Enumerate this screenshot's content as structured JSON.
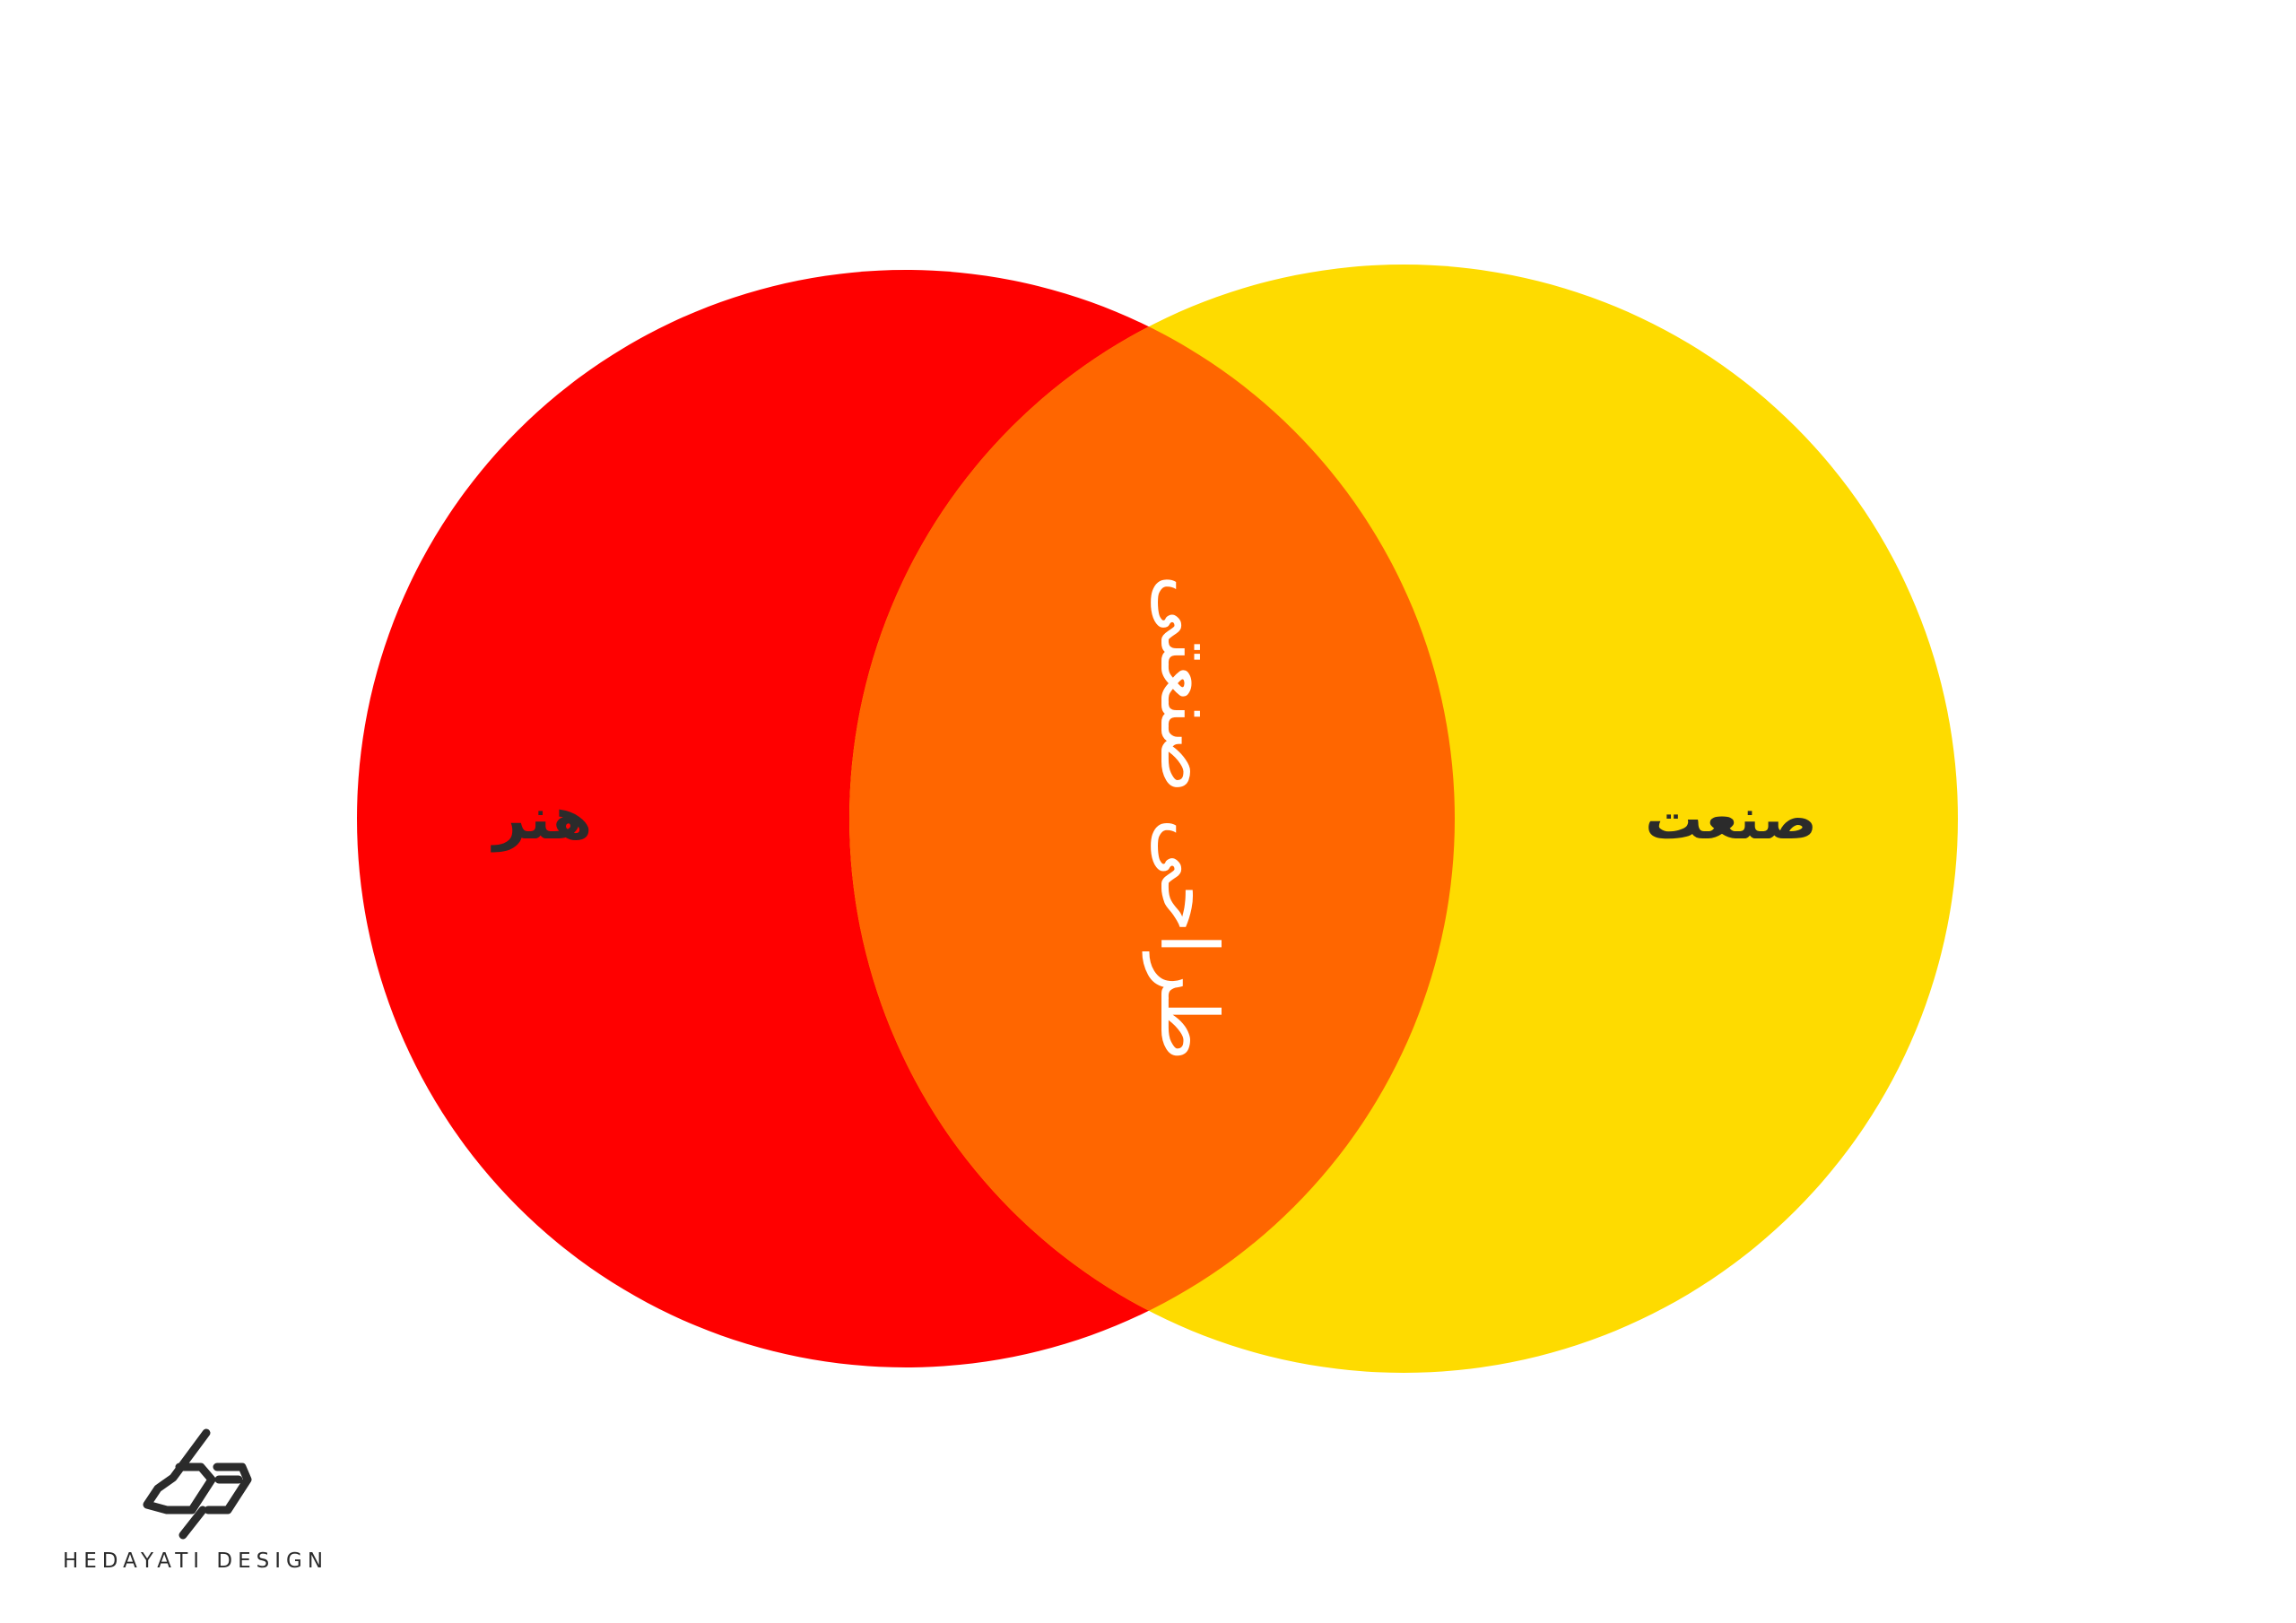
{
  "diagram": {
    "type": "venn",
    "left_set": {
      "label": "هنر",
      "color": "#ff0000"
    },
    "right_set": {
      "label": "صنعت",
      "color": "#fedb00"
    },
    "intersection": {
      "label": "طراحی صنعتی",
      "color": "#ff6600",
      "label_orientation": "vertical"
    }
  },
  "brand": {
    "logo_icon": "hedayati-design-logo-icon",
    "name": "HEDAYATI DESIGN",
    "color": "#2b2b2b"
  }
}
